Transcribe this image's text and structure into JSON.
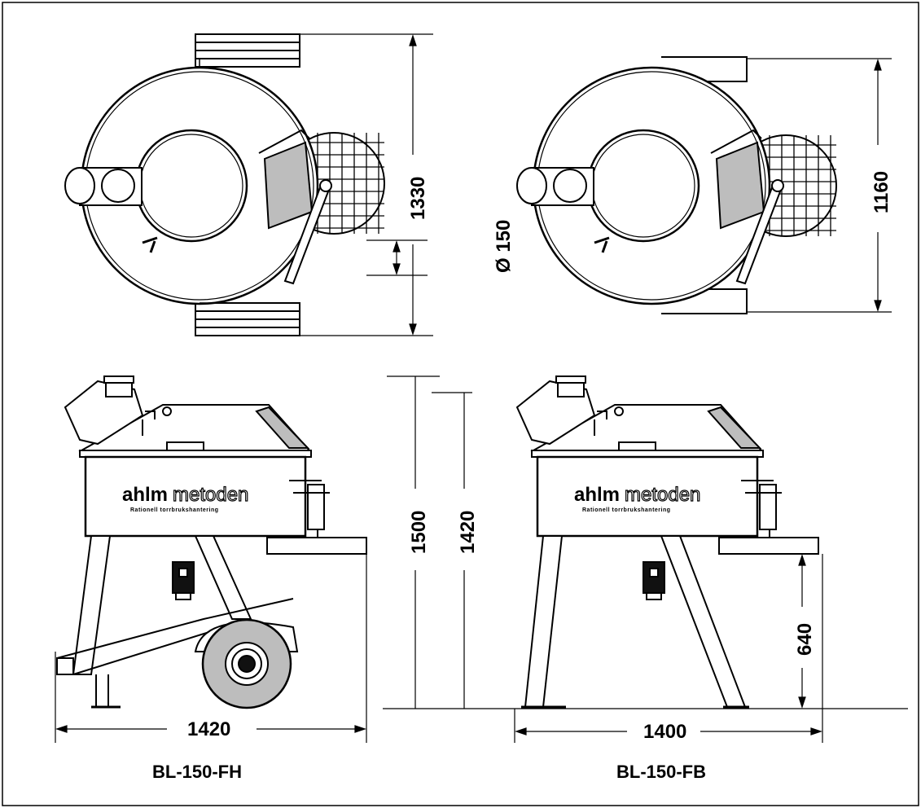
{
  "dimensions": {
    "top_left_height": "1330",
    "top_right_height": "1160",
    "outlet_diameter": "Ø 150",
    "left_side_height_total": "1500",
    "left_side_height_body": "1420",
    "left_width": "1420",
    "right_width": "1400",
    "right_table_height": "640"
  },
  "models": {
    "left": "BL-150-FH",
    "right": "BL-150-FB"
  },
  "branding": {
    "word_bold": "ahlm",
    "word_outline": "metoden",
    "tagline": "Rationell  torrbrukshantering"
  },
  "colors": {
    "line": "#000000",
    "fill": "#ffffff",
    "shade": "#bdbdbd",
    "dark": "#111111"
  }
}
